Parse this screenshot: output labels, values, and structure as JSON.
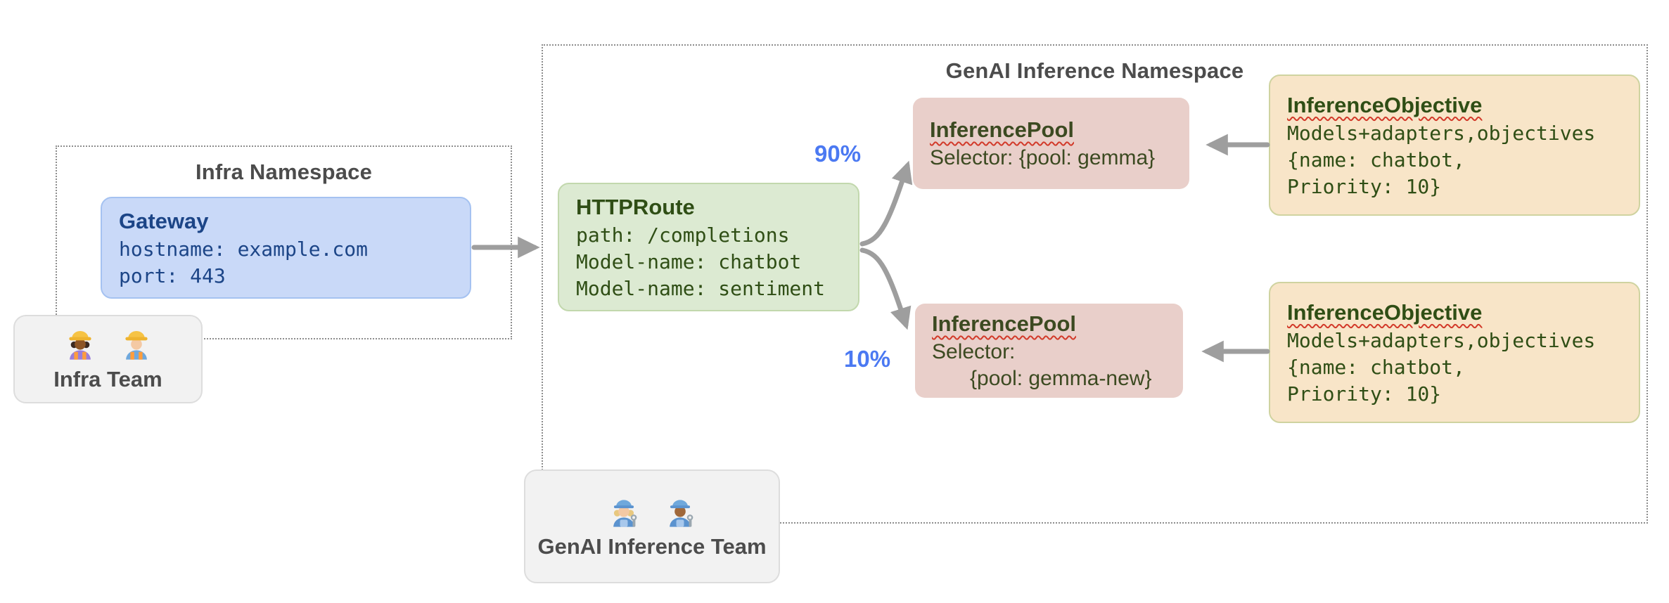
{
  "colors": {
    "gateway_fill": "#c9d9f8",
    "gateway_border": "#a5c2f1",
    "gateway_text": "#1c4587",
    "route_fill": "#dcead2",
    "route_border": "#c2d8ad",
    "green_text": "#2f4e15",
    "pool_fill": "#e9cfca",
    "pool_text": "#3c4a21",
    "objective_fill": "#f8e5c8",
    "objective_border": "#cfd3a0",
    "team_fill": "#f2f2f2",
    "team_border": "#dddddd",
    "gray_text": "#4c4c4c",
    "namespace_border": "#8d8d8d",
    "arrow_gray": "#9e9e9e",
    "percent_blue": "#4b79f2",
    "squiggle_red": "#d23a2a"
  },
  "infra_namespace": {
    "title": "Infra Namespace",
    "gateway": {
      "title": "Gateway",
      "lines": [
        "hostname: example.com",
        "port: 443"
      ]
    }
  },
  "infra_team": {
    "label": "Infra Team",
    "icons": [
      "construction-worker-woman-dark-skin",
      "construction-worker-man-light-skin"
    ]
  },
  "genai_namespace": {
    "title": "GenAI Inference Namespace",
    "httproute": {
      "title": "HTTPRoute",
      "lines": [
        "path: /completions",
        "Model-name: chatbot",
        "Model-name: sentiment"
      ]
    },
    "pool_top": {
      "title": "InferencePool",
      "lines": [
        "Selector: {pool: gemma}"
      ]
    },
    "pool_bottom": {
      "title": "InferencePool",
      "lines": [
        "Selector:",
        "{pool: gemma-new}"
      ]
    },
    "objective_top": {
      "title": "InferenceObjective",
      "lines": [
        "Models+adapters,objectives",
        "{name: chatbot,",
        "Priority: 10}"
      ]
    },
    "objective_bottom": {
      "title": "InferenceObjective",
      "lines": [
        "Models+adapters,objectives",
        "{name: chatbot,",
        "Priority: 10}"
      ]
    },
    "split": {
      "top_percent": "90%",
      "bottom_percent": "10%"
    }
  },
  "genai_team": {
    "label": "GenAI Inference Team",
    "icons": [
      "mechanic-woman-light-skin",
      "mechanic-man-medium-skin"
    ]
  }
}
